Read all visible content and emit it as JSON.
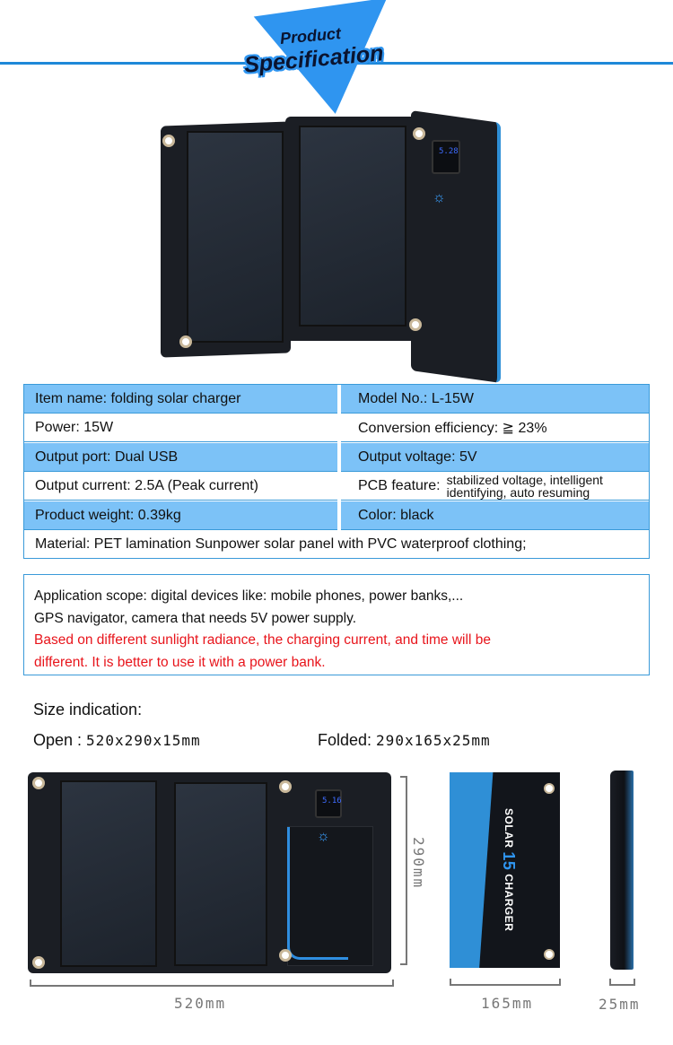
{
  "header": {
    "title_line1": "Product",
    "title_line2": "Specification",
    "accent_color": "#1e88d8"
  },
  "spec_table": {
    "rows": [
      {
        "left": "Item name: folding solar charger",
        "right": "Model No.:  L-15W",
        "style": "blue"
      },
      {
        "left": "Power:  15W",
        "right": "Conversion efficiency:   ≧ 23%",
        "style": "white"
      },
      {
        "left": "Output port: Dual USB",
        "right": "Output voltage: 5V",
        "style": "blue"
      },
      {
        "left": "Output current: 2.5A (Peak current)",
        "right_label": "PCB feature:",
        "right_detail_line1": "stabilized voltage, intelligent",
        "right_detail_line2": "identifying, auto resuming",
        "style": "white"
      },
      {
        "left": "Product weight:  0.39kg",
        "right": "Color: black",
        "style": "blue"
      }
    ],
    "material": "Material:  PET lamination Sunpower solar panel with PVC waterproof clothing;"
  },
  "application": {
    "line1": "Application scope: digital devices like: mobile phones, power banks,...",
    "line2": "GPS navigator, camera that needs 5V power supply.",
    "warning_line1": "Based on different sunlight radiance, the charging current, and time will be",
    "warning_line2": "different. It is better to use it with a power bank.",
    "warning_color": "#e8141b"
  },
  "size": {
    "title": "Size indication:",
    "open_label": "Open : ",
    "open_value": "520x290x15mm",
    "folded_label": "Folded: ",
    "folded_value": "290x165x25mm",
    "dim_open_width": "520mm",
    "dim_open_height": "290mm",
    "dim_folded_width": "165mm",
    "dim_folded_thickness": "25mm"
  },
  "product_images": {
    "lcd_reading_top": "5.28",
    "lcd_reading_bottom": "5.16",
    "folded_print_1": "SOLAR",
    "folded_print_2": "15",
    "folded_print_3": "CHARGER"
  }
}
